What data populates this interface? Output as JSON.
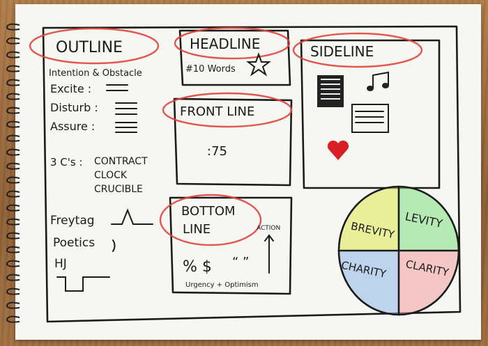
{
  "outline": {
    "title": "OUTLINE",
    "line1": "Intention & Obstacle",
    "excite": "Excite :",
    "disturb": "Disturb :",
    "assure": "Assure :",
    "three_cs_label": "3 C's :",
    "contract": "CONTRACT",
    "clock": "CLOCK",
    "crucible": "CRUCIBLE",
    "freytag": "Freytag",
    "poetics": "Poetics",
    "hj": "HJ"
  },
  "headline": {
    "title": "HEADLINE",
    "subtitle": "#10 Words"
  },
  "frontline": {
    "title": "FRONT LINE",
    "time": ":75"
  },
  "sideline": {
    "title": "SIDELINE"
  },
  "bottomline": {
    "title_line1": "BOTTOM",
    "title_line2": "LINE",
    "action": "ACTION",
    "symbols": "% $",
    "quotes": "“ ”",
    "footer": "Urgency + Optimism"
  },
  "quadrants": {
    "brevity": "BREVITY",
    "levity": "LEVITY",
    "charity": "CHARITY",
    "clarity": "CLARITY",
    "colors": {
      "brevity": "#dfe94f",
      "levity": "#7fe07f",
      "charity": "#8fb8e8",
      "clarity": "#f2a0a0"
    }
  },
  "icons": [
    "phone-icon",
    "music-note-icon",
    "document-icon",
    "heart-icon"
  ]
}
